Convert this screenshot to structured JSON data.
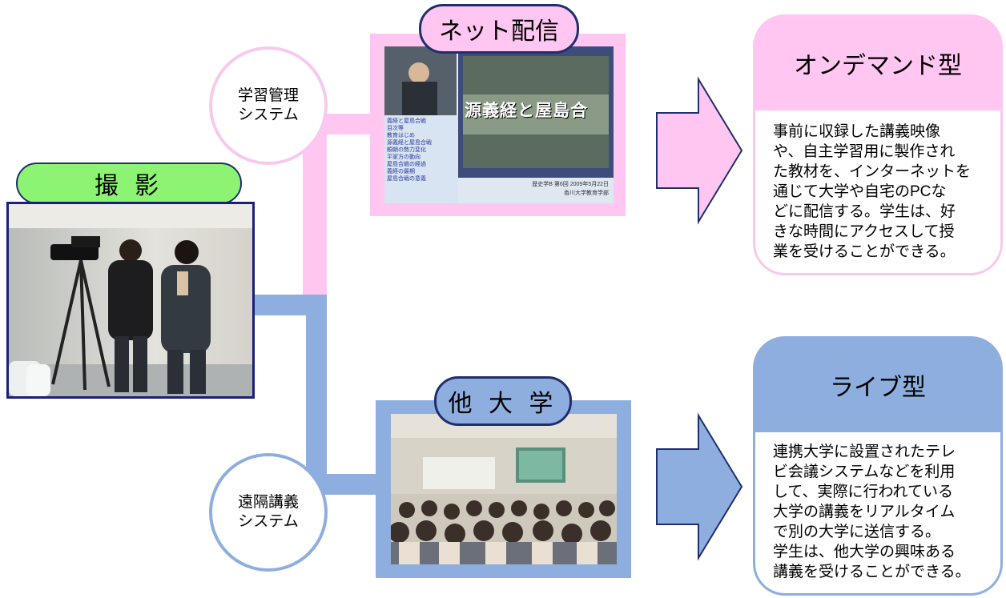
{
  "shoot": {
    "label": "撮 影"
  },
  "net": {
    "pill": "ネット配信",
    "circle_lines": [
      "学習管理",
      "システム"
    ],
    "slide": {
      "title": "源義経と屋島合",
      "side_lines": [
        "義経と屋島合戦",
        "目次等",
        "教育はじめ",
        "源義経と屋島合戦",
        "頼朝の勢力変化",
        "平家方の動向",
        "屋島合戦の経過",
        "義経の最期",
        "屋島合戦の意義"
      ],
      "footer": "歴史学B 第6回 2009年5月22日",
      "footer2": "香川大学教育学部"
    }
  },
  "univ": {
    "pill": "他 大 学",
    "circle_lines": [
      "遠隔講義",
      "システム"
    ]
  },
  "ondemand": {
    "title": "オンデマンド型",
    "lines": [
      "事前に収録した講義映像",
      "や、自主学習用に製作され",
      "た教材を、インターネットを",
      "通じて大学や自宅のPCな",
      "どに配信する。学生は、好",
      "きな時間にアクセスして授",
      "業を受けることができる。"
    ],
    "head_color": "#ffc6f2",
    "border_color": "#f7c9ef"
  },
  "live": {
    "title": "ライブ型",
    "lines": [
      "連携大学に設置されたテレ",
      "ビ会議システムなどを利用",
      "して、実際に行われている",
      "大学の講義をリアルタイム",
      "で別の大学に送信する。",
      "学生は、他大学の興味ある",
      "講義を受けることができる。"
    ],
    "head_color": "#8eaee0",
    "border_color": "#8eaee0"
  },
  "colors": {
    "pink": "#ffc6f2",
    "blue": "#8eaee0",
    "green": "#8cf472",
    "navy": "#1f2f6b"
  }
}
